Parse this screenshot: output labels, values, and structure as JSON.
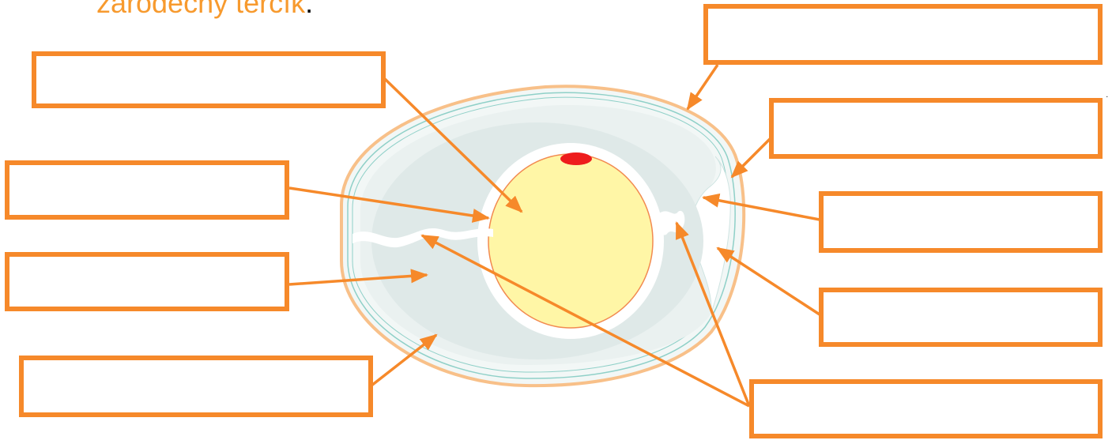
{
  "heading": {
    "text": "zárodečný terčík",
    "period": "."
  },
  "colors": {
    "accent": "#f6892a",
    "shell": "#f8c089",
    "membrane": "#8fd0c8",
    "albumen": "#e6eeed",
    "albumen_light": "#f2f7f6",
    "yolk": "#fff6a6",
    "yolk_border": "#f28a50",
    "germinal_disc": "#ee1c1c"
  },
  "label_boxes": [
    {
      "id": "box-left-1",
      "text": ""
    },
    {
      "id": "box-left-2",
      "text": ""
    },
    {
      "id": "box-left-3",
      "text": ""
    },
    {
      "id": "box-left-4",
      "text": ""
    },
    {
      "id": "box-right-1",
      "text": ""
    },
    {
      "id": "box-right-2",
      "text": ""
    },
    {
      "id": "box-right-3",
      "text": ""
    },
    {
      "id": "box-right-4",
      "text": ""
    },
    {
      "id": "box-right-5",
      "text": ""
    }
  ]
}
